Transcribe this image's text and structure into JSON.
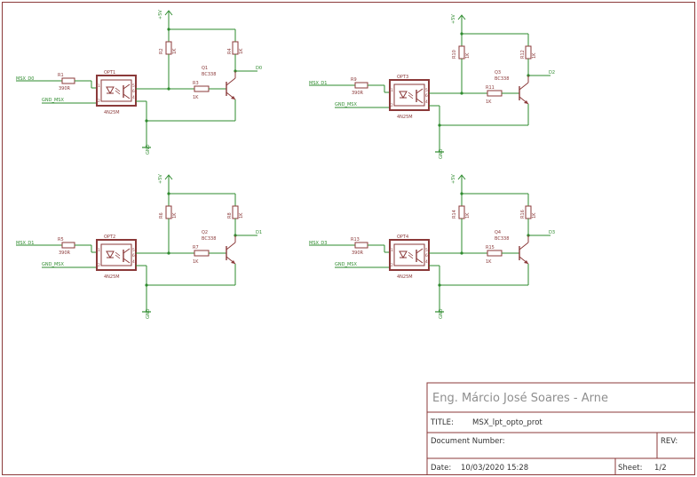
{
  "channels": [
    {
      "input": "MSX_D0",
      "r_in": {
        "ref": "R1",
        "val": "390R"
      },
      "opto": {
        "ref": "OPT1",
        "type": "4N25M"
      },
      "gnd_in": "GND_MSX",
      "r_pull": {
        "ref": "R2",
        "val": "1K"
      },
      "r_base": {
        "ref": "R3",
        "val": "1K"
      },
      "r_col": {
        "ref": "R4",
        "val": "1K"
      },
      "q": {
        "ref": "Q1",
        "type": "BC338"
      },
      "output": "D0",
      "vcc": "+5V",
      "gnd": "GND"
    },
    {
      "input": "MSX_D1",
      "r_in": {
        "ref": "R9",
        "val": "390R"
      },
      "opto": {
        "ref": "OPT3",
        "type": "4N25M"
      },
      "gnd_in": "GND_MSX",
      "r_pull": {
        "ref": "R10",
        "val": "1K"
      },
      "r_base": {
        "ref": "R11",
        "val": "1K"
      },
      "r_col": {
        "ref": "R12",
        "val": "1K"
      },
      "q": {
        "ref": "Q3",
        "type": "BC338"
      },
      "output": "D2",
      "vcc": "+5V",
      "gnd": "GND"
    },
    {
      "input": "MSX_D1",
      "r_in": {
        "ref": "R5",
        "val": "390R"
      },
      "opto": {
        "ref": "OPT2",
        "type": "4N25M"
      },
      "gnd_in": "GND_MSX",
      "r_pull": {
        "ref": "R6",
        "val": "1K"
      },
      "r_base": {
        "ref": "R7",
        "val": "1K"
      },
      "r_col": {
        "ref": "R8",
        "val": "1K"
      },
      "q": {
        "ref": "Q2",
        "type": "BC338"
      },
      "output": "D1",
      "vcc": "+5V",
      "gnd": "GND"
    },
    {
      "input": "MSX_D3",
      "r_in": {
        "ref": "R13",
        "val": "390R"
      },
      "opto": {
        "ref": "OPT4",
        "type": "4N25M"
      },
      "gnd_in": "GND_MSX",
      "r_pull": {
        "ref": "R14",
        "val": "1K"
      },
      "r_base": {
        "ref": "R15",
        "val": "1K"
      },
      "r_col": {
        "ref": "R16",
        "val": "1K"
      },
      "q": {
        "ref": "Q4",
        "type": "BC338"
      },
      "output": "D3",
      "vcc": "+5V",
      "gnd": "GND"
    }
  ],
  "title_block": {
    "author": "Eng. Márcio José Soares - Arne",
    "title_label": "TITLE:",
    "title_value": "MSX_lpt_opto_prot",
    "docnum_label": "Document Number:",
    "rev_label": "REV:",
    "date_label": "Date:",
    "date_value": "10/03/2020 15:28",
    "sheet_label": "Sheet:",
    "sheet_value": "1/2"
  },
  "colors": {
    "frame": "#8b3a3a",
    "wire": "#2e8b2e",
    "part": "#8b3a3a",
    "junction": "#2e8b2e"
  }
}
